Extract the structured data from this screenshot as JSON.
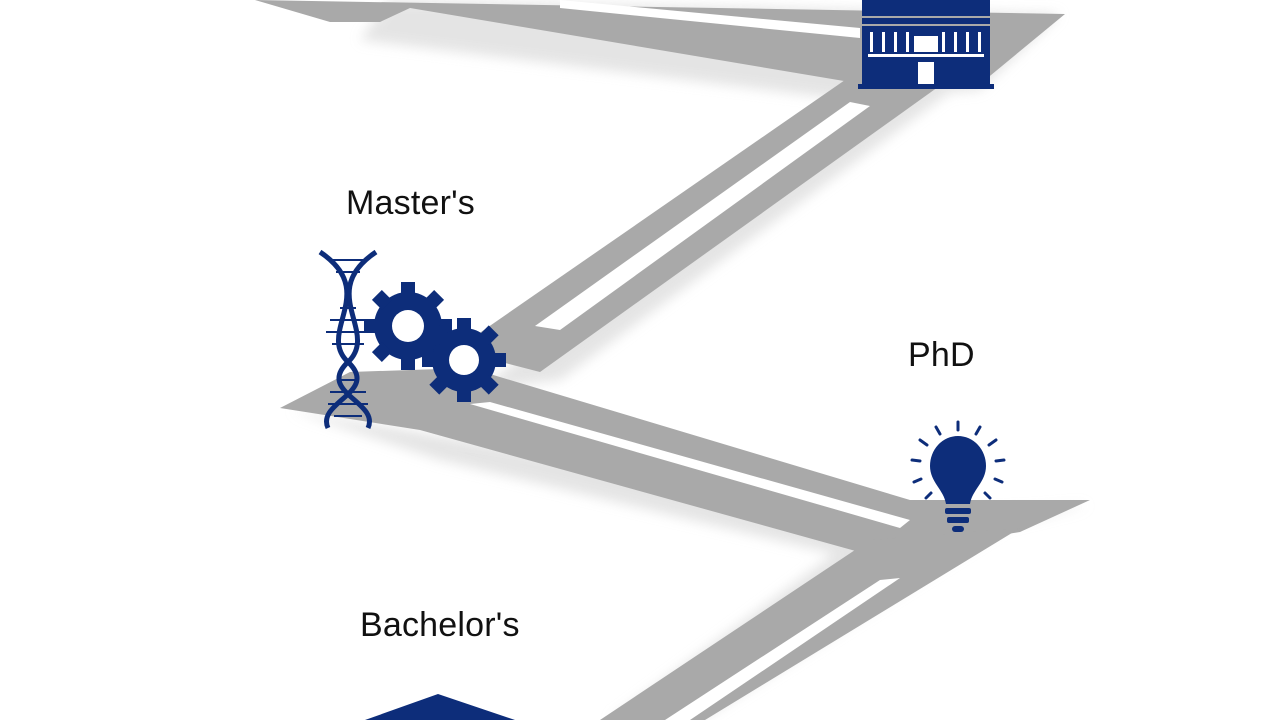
{
  "labels": {
    "masters": "Master's",
    "phd": "PhD",
    "bachelors": "Bachelor's"
  },
  "colors": {
    "road": "#a9a9a9",
    "road_shadow": "#d9d9d9",
    "lane_marking": "#ffffff",
    "icon_blue": "#0d2d7a",
    "label_text": "#111111",
    "background": "#ffffff"
  },
  "icons": {
    "top": "university-building-icon",
    "masters": [
      "dna-helix-icon",
      "gears-icon"
    ],
    "phd": "lightbulb-icon",
    "bachelors": "graduation-cap-icon"
  }
}
